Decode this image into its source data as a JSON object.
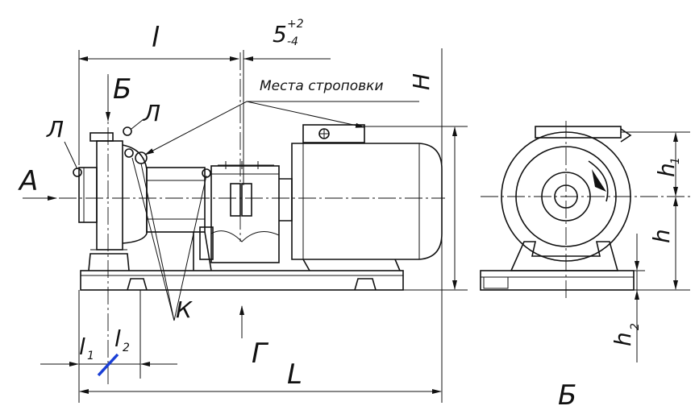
{
  "drawing": {
    "labels": {
      "l": "l",
      "tol_base": "5",
      "tol_plus": "+2",
      "tol_minus": "-4",
      "B_top": "Б",
      "slinging_points": "Места строповки",
      "H": "Н",
      "L_left": "Л",
      "L_right": "Л",
      "A": "А",
      "K": "К",
      "G": "Г",
      "l1": "l",
      "l1_sub": "1",
      "l2": "l",
      "l2_sub": "2",
      "L_total": "L",
      "h1": "h",
      "h1_sub": "1",
      "h": "h",
      "h2": "h",
      "h2_sub": "2",
      "B_bottom": "Б"
    }
  }
}
